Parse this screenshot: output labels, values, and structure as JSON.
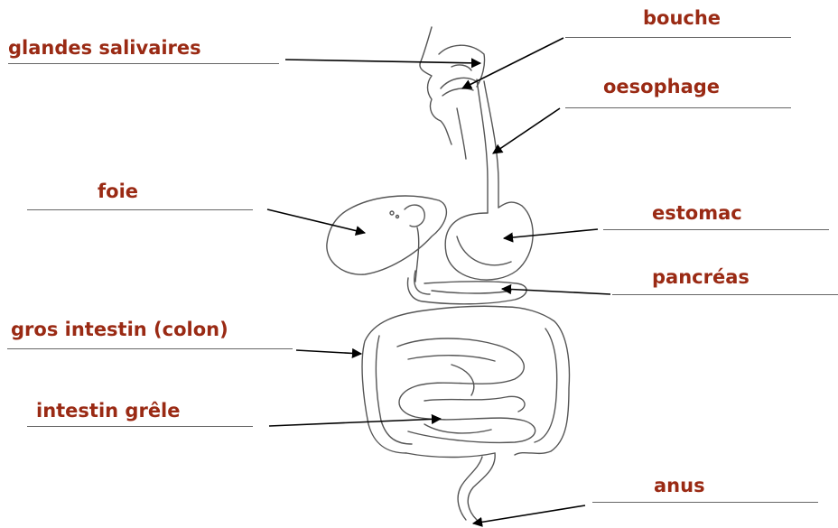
{
  "accent_color": "#9a2a14",
  "labels": {
    "glandes_salivaires": "glandes salivaires",
    "bouche": "bouche",
    "oesophage": "oesophage",
    "foie": "foie",
    "estomac": "estomac",
    "pancreas": "pancréas",
    "gros_intestin": "gros intestin (colon)",
    "intestin_grele": "intestin grêle",
    "anus": "anus"
  }
}
